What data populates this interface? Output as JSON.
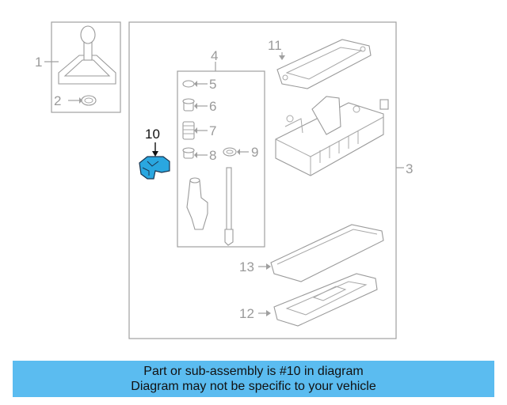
{
  "callouts": {
    "c1": "1",
    "c2": "2",
    "c3": "3",
    "c4": "4",
    "c5": "5",
    "c6": "6",
    "c7": "7",
    "c8": "8",
    "c9": "9",
    "c10": "10",
    "c11": "11",
    "c12": "12",
    "c13": "13"
  },
  "highlight": {
    "part_number": "10",
    "color": "#2aa7e0"
  },
  "banner": {
    "line1": "Part or sub-assembly is #10 in diagram",
    "line2": "Diagram may not be specific to your vehicle",
    "color": "#5bbcf0"
  }
}
